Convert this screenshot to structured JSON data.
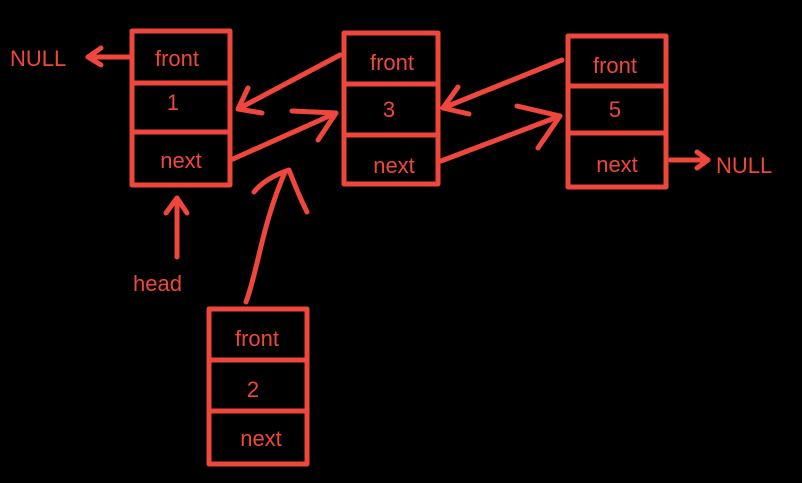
{
  "colors": {
    "accent": "#f0473c",
    "background": "#000000"
  },
  "nodes": [
    {
      "front": "front",
      "value": "1",
      "next": "next"
    },
    {
      "front": "front",
      "value": "3",
      "next": "next"
    },
    {
      "front": "front",
      "value": "5",
      "next": "next"
    },
    {
      "front": "front",
      "value": "2",
      "next": "next"
    }
  ],
  "labels": {
    "null_left": "NULL",
    "null_right": "NULL",
    "head": "head"
  }
}
